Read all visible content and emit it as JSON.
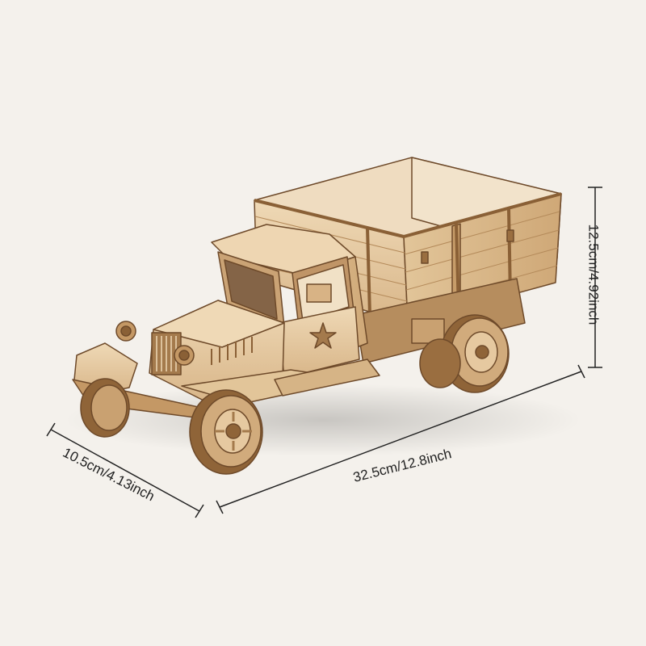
{
  "product": {
    "icon": "wooden-truck-model",
    "colors": {
      "background": "#f4f1ec",
      "wood_light": "#e8cfa8",
      "wood_mid": "#d6b486",
      "wood_dark": "#a47a4c",
      "wood_edge": "#6e4a2a",
      "dimension_line": "#222222"
    }
  },
  "dimensions": {
    "height": "12.5cm/4.92inch",
    "length": "32.5cm/12.8inch",
    "width": "10.5cm/4.13inch"
  }
}
